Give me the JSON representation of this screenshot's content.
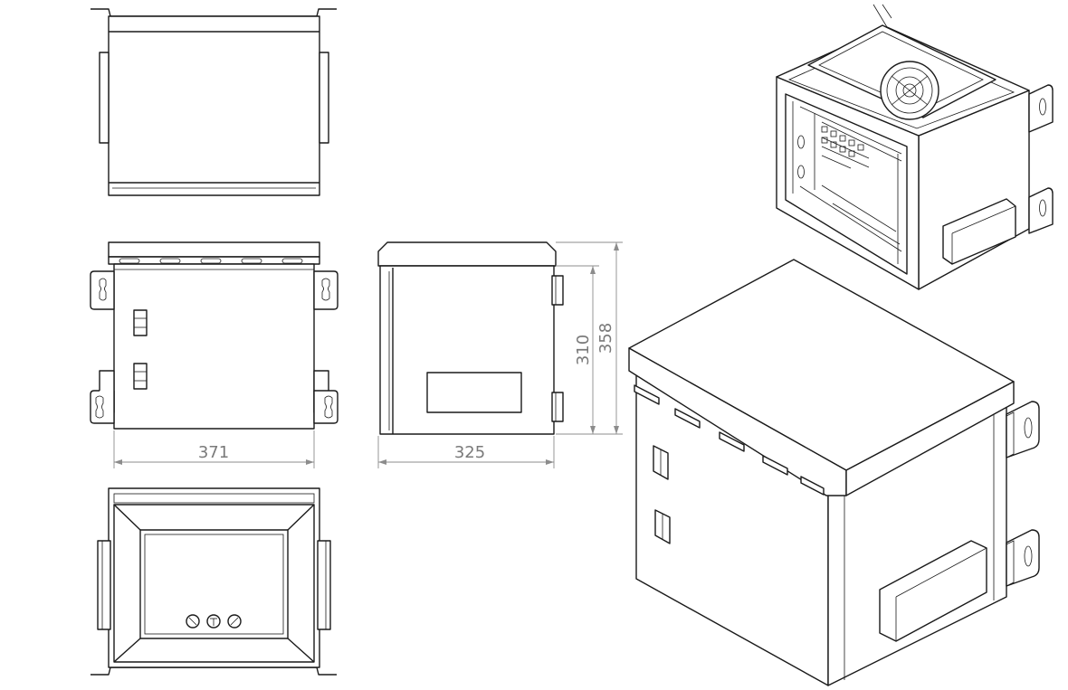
{
  "drawing": {
    "views": [
      "top-view",
      "front-view",
      "side-view",
      "bottom-view",
      "isometric-top-open-view",
      "isometric-closed-view"
    ],
    "dimensions": {
      "front_width": "371",
      "side_depth": "325",
      "door_height": "310",
      "overall_height": "358"
    },
    "colors": {
      "line": "#1a1a1a",
      "dimension": "#8c8c8c",
      "background": "#ffffff"
    }
  }
}
